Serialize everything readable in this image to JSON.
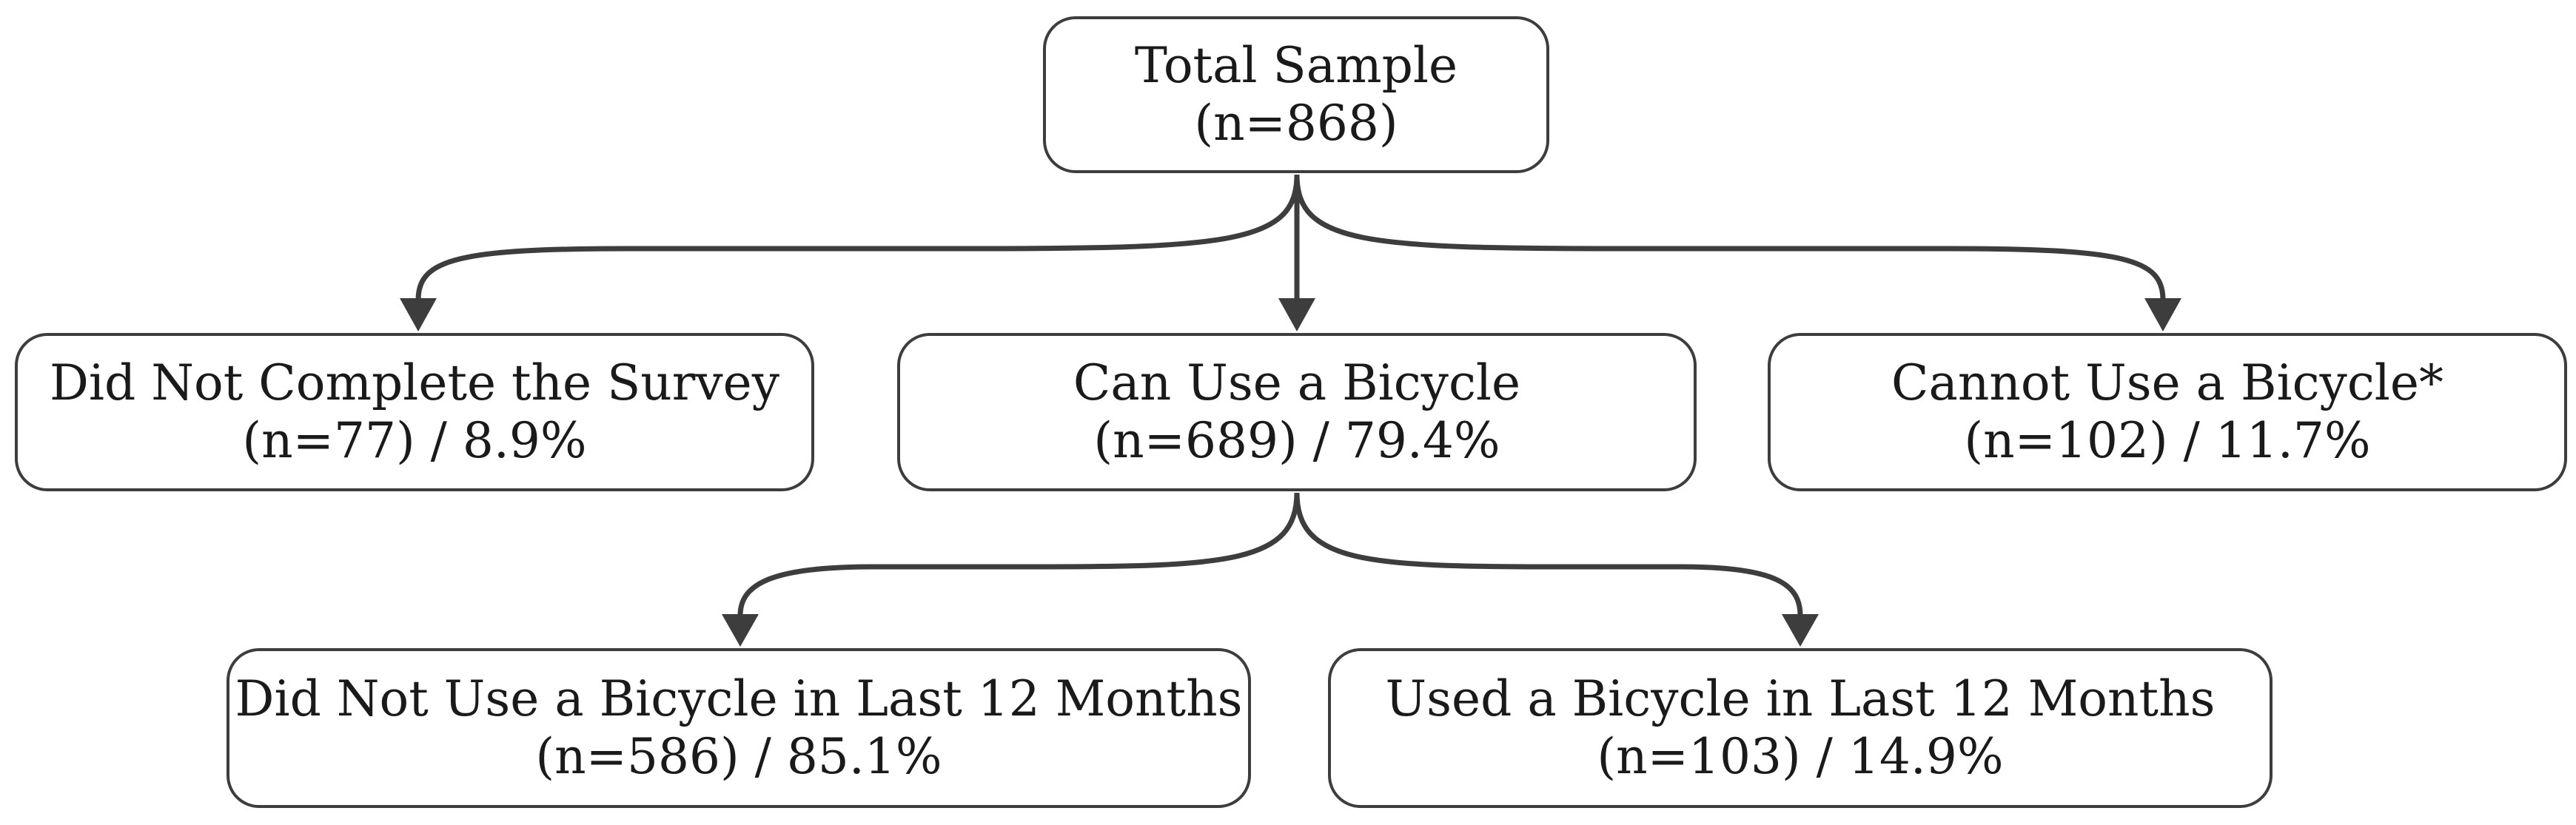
{
  "diagram": {
    "nodes": {
      "total": {
        "title": "Total Sample",
        "detail": "(n=868)"
      },
      "did_not_complete": {
        "title": "Did Not Complete the Survey",
        "detail": "(n=77) / 8.9%"
      },
      "can_use": {
        "title": "Can Use a Bicycle",
        "detail": "(n=689) / 79.4%"
      },
      "cannot_use": {
        "title": "Cannot Use a Bicycle*",
        "detail": "(n=102) / 11.7%"
      },
      "not_used_12m": {
        "title": "Did Not Use a Bicycle in Last 12 Months",
        "detail": "(n=586) / 85.1%"
      },
      "used_12m": {
        "title": "Used a Bicycle in Last 12 Months",
        "detail": "(n=103) / 14.9%"
      }
    },
    "edges": [
      {
        "from": "total",
        "to": "did_not_complete"
      },
      {
        "from": "total",
        "to": "can_use"
      },
      {
        "from": "total",
        "to": "cannot_use"
      },
      {
        "from": "can_use",
        "to": "not_used_12m"
      },
      {
        "from": "can_use",
        "to": "used_12m"
      }
    ],
    "colors": {
      "line": "#3d3d3d",
      "text": "#1a1a1a",
      "background": "#ffffff"
    }
  }
}
